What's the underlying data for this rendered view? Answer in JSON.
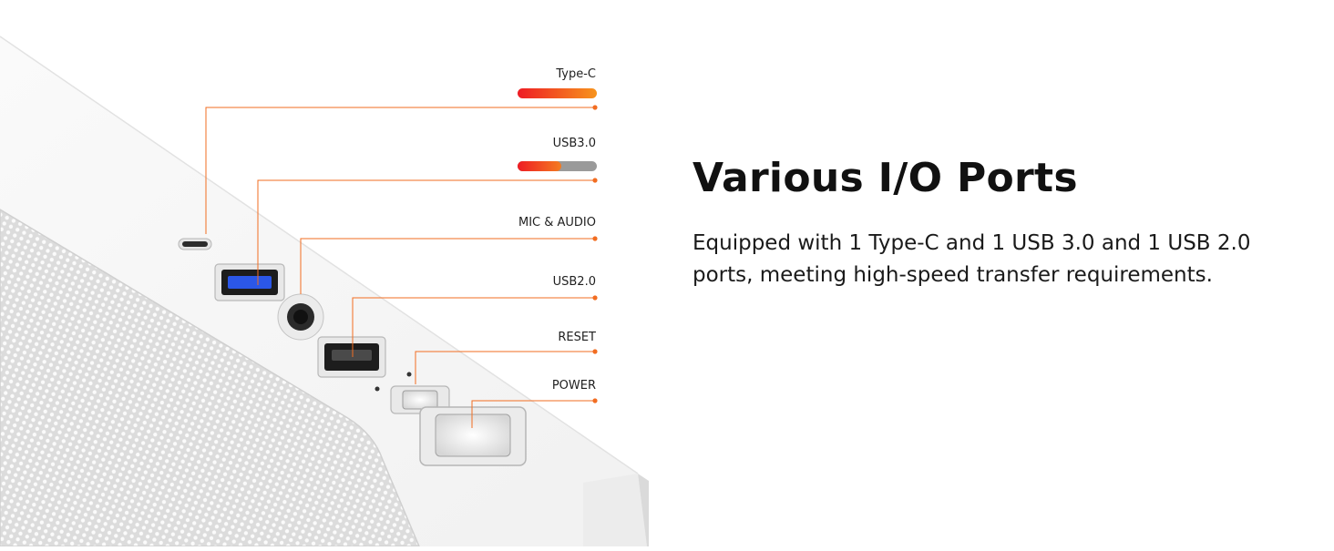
{
  "heading": "Various I/O Ports",
  "description": "Equipped with 1 Type-C and 1 USB 3.0 and 1 USB 2.0 ports, meeting high-speed transfer requirements.",
  "ports": [
    {
      "label": "Type-C",
      "speed_level": 1.0,
      "icon": "usb-c-port-icon"
    },
    {
      "label": "USB3.0",
      "speed_level": 0.55,
      "icon": "usb3-port-icon"
    },
    {
      "label": "MIC & AUDIO",
      "icon": "audio-jack-icon"
    },
    {
      "label": "USB2.0",
      "icon": "usb2-port-icon"
    },
    {
      "label": "RESET",
      "icon": "reset-button-icon"
    },
    {
      "label": "POWER",
      "icon": "power-button-icon"
    }
  ],
  "colors": {
    "accent_orange": "#f26d21",
    "accent_red": "#ee1c24",
    "bar_track": "#9a9a9a",
    "usb3_blue": "#2b57e8",
    "case_white": "#f6f6f6"
  }
}
